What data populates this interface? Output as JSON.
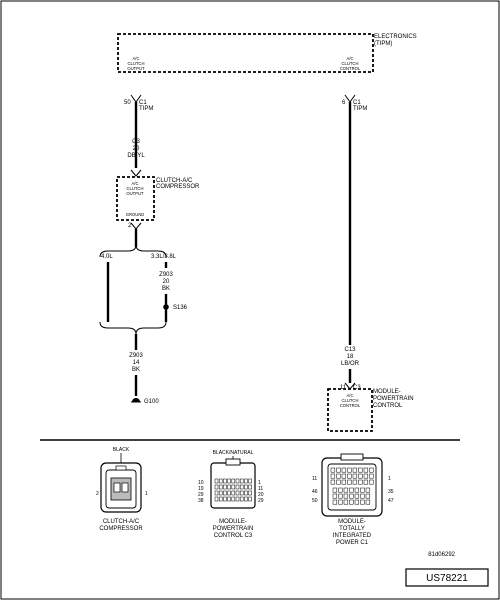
{
  "tipm": {
    "title_line1": "ELECTRONICS",
    "title_line2": "(TIPM)",
    "left_block": [
      "A/C",
      "CLUTCH",
      "OUTPUT"
    ],
    "right_block": [
      "A/C",
      "CLUTCH",
      "CONTROL"
    ]
  },
  "left_circuit": {
    "pin_top": "50",
    "conn_top": [
      "C1",
      "TIPM"
    ],
    "wire_upper": [
      "C3",
      "20",
      "DB/YL"
    ],
    "compressor_title": [
      "CLUTCH-A/C",
      "COMPRESSOR"
    ],
    "compressor_block": [
      "A/C",
      "CLUTCH",
      "OUTPUT"
    ],
    "ground_label": "GROUND",
    "pin_ground": "2",
    "branch_left": "4.0L",
    "branch_right": "3.3L/3.8L",
    "wire_branch": [
      "Z903",
      "20",
      "BK"
    ],
    "splice": "S136",
    "wire_lower": [
      "Z903",
      "14",
      "BK"
    ],
    "ground_point": "G100"
  },
  "right_circuit": {
    "pin_top": "6",
    "conn_top": [
      "C1",
      "TIPM"
    ],
    "wire": [
      "C13",
      "18",
      "LB/OR"
    ],
    "pin_bottom": "11",
    "conn_bottom": "C3",
    "pcm_title": [
      "MODULE-",
      "POWERTRAIN",
      "CONTROL"
    ],
    "pcm_block": [
      "A/C",
      "CLUTCH",
      "CONTROL"
    ]
  },
  "connectors": {
    "compressor": {
      "color": "BLACK",
      "pin_left": "2",
      "pin_right": "1",
      "caption": [
        "CLUTCH-A/C",
        "COMPRESSOR"
      ]
    },
    "pcm_c3": {
      "color": "BLACK/NATURAL",
      "left_pins": [
        "10",
        "19",
        "29",
        "38"
      ],
      "right_pins": [
        "1",
        "11",
        "20",
        "29"
      ],
      "caption": [
        "MODULE-",
        "POWERTRAIN",
        "CONTROL C3"
      ]
    },
    "tipm_c1": {
      "left_pins": [
        "11",
        "46",
        "50"
      ],
      "right_pins": [
        "1",
        "35",
        "47"
      ],
      "caption": [
        "MODULE-",
        "TOTALLY",
        "INTEGRATED",
        "POWER C1"
      ]
    }
  },
  "figure_code": "81d06292",
  "doc_code": "US78221"
}
